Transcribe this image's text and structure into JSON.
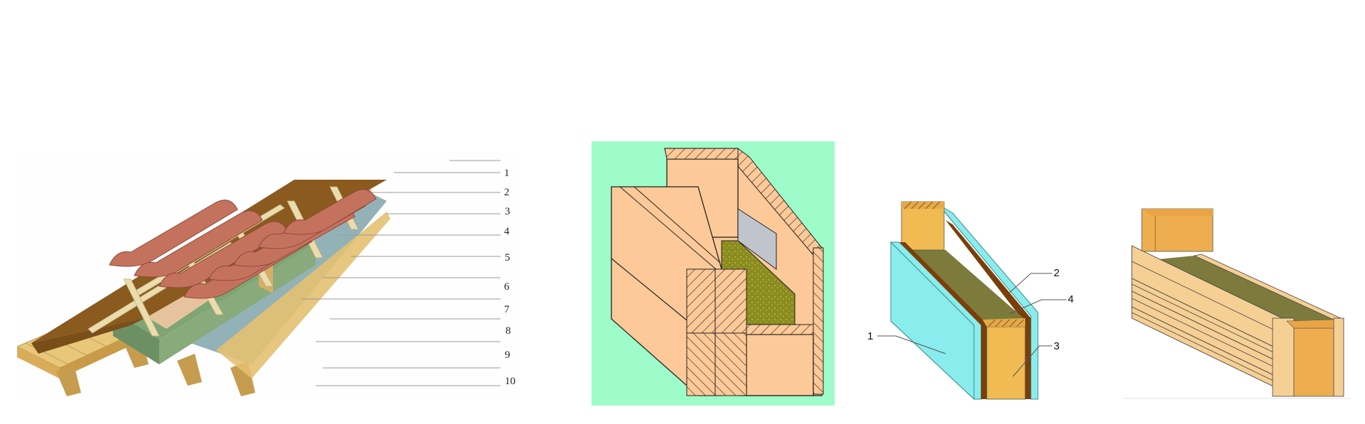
{
  "figures": [
    {
      "id": "roof",
      "description": "Pitched roof cross-section with clay tiles, battens and insulation",
      "labels": [
        "1",
        "2",
        "3",
        "4",
        "5",
        "6",
        "7",
        "8",
        "9",
        "10"
      ]
    },
    {
      "id": "brick-wall",
      "description": "Layered brick/block wall with insulation cavity",
      "colors": {
        "background": "#9dfcc9",
        "block": "#fdc998",
        "insulation": "#8a8c1f",
        "vapor": "#c0c4cc"
      }
    },
    {
      "id": "frame-wall",
      "description": "Timber frame wall panel with sheathing",
      "labels": [
        "1",
        "2",
        "3",
        "4"
      ],
      "colors": {
        "sheathing": "#8aeced",
        "membrane": "#7a3f08",
        "stud": "#f0bb52",
        "insulation": "#7d7b3c"
      }
    },
    {
      "id": "log-wall",
      "description": "Log wall with insulation layer and post",
      "colors": {
        "log": "#f6cf94",
        "post": "#eeae50",
        "insulation": "#7c7b3d"
      }
    }
  ]
}
